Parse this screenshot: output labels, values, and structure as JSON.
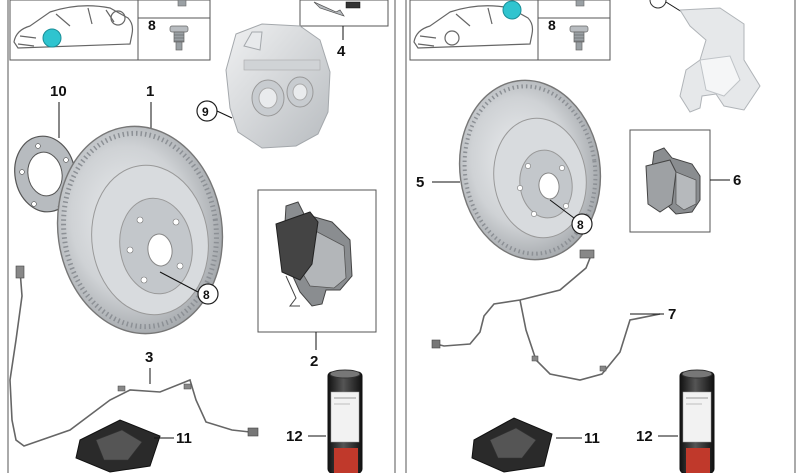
{
  "left_panel": {
    "thumbnail": {
      "highlight_color": "#2fc4cf",
      "part_number": "8"
    },
    "callouts": {
      "disc": "1",
      "pads": "2",
      "wear_sensor": "3",
      "bracket": "4",
      "gasket": "10",
      "caliper": "9",
      "disc_bolt": "8",
      "grease_sachet": "11",
      "spray_can": "12"
    }
  },
  "right_panel": {
    "thumbnail": {
      "highlight_color": "#2fc4cf",
      "part_number": "8"
    },
    "callouts": {
      "disc": "5",
      "pads": "6",
      "wear_sensor": "7",
      "disc_bolt": "8",
      "grease_sachet": "11",
      "spray_can": "12"
    }
  },
  "colors": {
    "disc": "#c9cccf",
    "pad": "#8a8d90",
    "caliper": "#d9dcdf",
    "accent": "#2fc4cf",
    "can_body": "#2a2a2a",
    "can_label_band": "#c0392b"
  }
}
